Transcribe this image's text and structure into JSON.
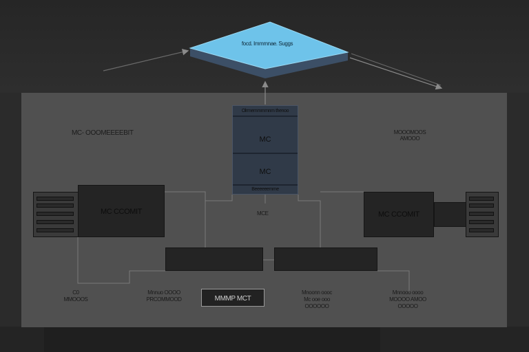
{
  "diagram": {
    "top_node": "focd. Immmnae. Suggs",
    "stack_header": "Olrmemmmmnm thenoo",
    "stack_cell_1": "MC",
    "stack_cell_2": "MC",
    "stack_footer": "Beeeeeemme",
    "left_title": "MC- OOOMEEEEBIT",
    "right_title_1": "MOOOMOOS",
    "right_title_2": "AMOOO",
    "left_controller": "MC CCOMIT",
    "right_controller": "MC CCOMIT",
    "mid_label": "MCE",
    "center_badge": "MMMP MCT",
    "bottom_left_1": "C0",
    "bottom_left_2": "MMOOOS",
    "bottom_mid_left_1": "Mnnuo OOOO",
    "bottom_mid_left_2": "PRCOMMOOD",
    "bottom_mid_right_1": "Mnoonn oooc",
    "bottom_mid_right_2": "Mc ooe ooo",
    "bottom_mid_right_3": "OOOOOO",
    "bottom_right_1": "Mnnooo oooo",
    "bottom_right_2": "MOOOO AMOO",
    "bottom_right_3": "OOOOO"
  },
  "colors": {
    "panel": "#505050",
    "background": "#2b2b2b",
    "top_node_face": "#6ec3ea",
    "stack": "#303a48",
    "dark_box": "#242424"
  }
}
